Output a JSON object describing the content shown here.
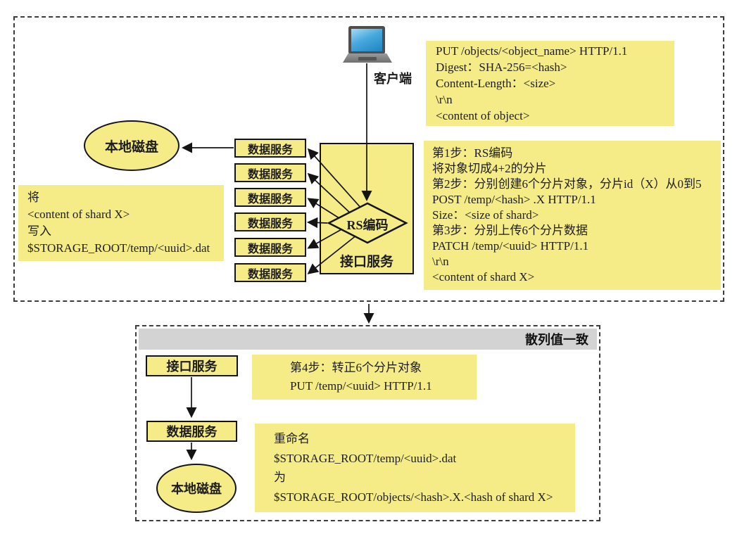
{
  "figure": {
    "top_panel": {
      "client_label": "客户端",
      "local_disk_label": "本地磁盘",
      "data_services": [
        "数据服务",
        "数据服务",
        "数据服务",
        "数据服务",
        "数据服务",
        "数据服务"
      ],
      "rs_encoding_label": "RS编码",
      "interface_service_label": "接口服务",
      "put_request_note": [
        "PUT /objects/<object_name> HTTP/1.1",
        "Digest：SHA-256=<hash>",
        "Content-Length：<size>",
        "\\r\\n",
        "<content of object>"
      ],
      "steps_note": [
        "第1步：RS编码",
        "将对象切成4+2的分片",
        "第2步：分别创建6个分片对象，分片id（X）从0到5",
        "POST /temp/<hash> .X HTTP/1.1",
        "Size：<size of shard>",
        "第3步：分别上传6个分片数据",
        "PATCH /temp/<uuid> HTTP/1.1",
        "\\r\\n",
        "<content of shard X>"
      ],
      "write_shard_note": [
        "将",
        "<content of shard X>",
        "写入",
        "$STORAGE_ROOT/temp/<uuid>.dat"
      ]
    },
    "bottom_panel": {
      "header_label": "散列值一致",
      "interface_service_label": "接口服务",
      "data_service_label": "数据服务",
      "local_disk_label": "本地磁盘",
      "step4_note": [
        "第4步：转正6个分片对象",
        "PUT /temp/<uuid> HTTP/1.1"
      ],
      "rename_note": [
        "重命名",
        "$STORAGE_ROOT/temp/<uuid>.dat",
        "为",
        "$STORAGE_ROOT/objects/<hash>.X.<hash of shard X>"
      ]
    },
    "colors": {
      "note_fill": "#f5ec87",
      "header_fill": "#d3d3d3",
      "laptop_screen_blue": "#2e9fd8",
      "line_color": "#141414"
    }
  }
}
